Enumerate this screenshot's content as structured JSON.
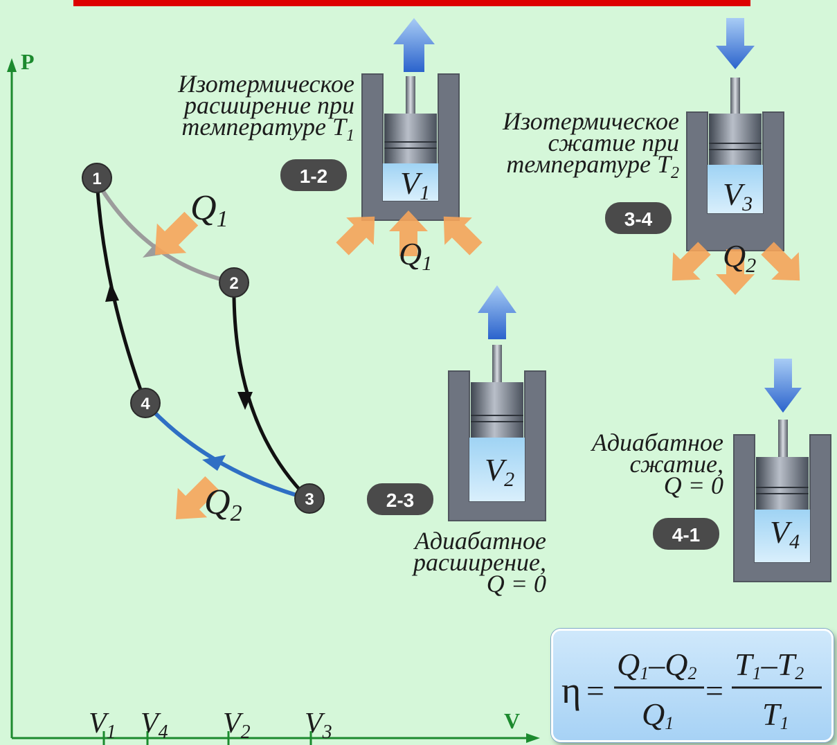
{
  "axes": {
    "y_label": "P",
    "x_label": "V"
  },
  "x_ticks": [
    {
      "main": "V",
      "sub": "1"
    },
    {
      "main": "V",
      "sub": "4"
    },
    {
      "main": "V",
      "sub": "2"
    },
    {
      "main": "V",
      "sub": "3"
    }
  ],
  "cycle": {
    "point_labels": [
      "1",
      "2",
      "3",
      "4"
    ],
    "heat_in": {
      "main": "Q",
      "sub": "1"
    },
    "heat_out": {
      "main": "Q",
      "sub": "2"
    }
  },
  "processes": {
    "p12": {
      "badge": "1-2",
      "caption": [
        "Изотермическое",
        "расширение при",
        "температуре T"
      ],
      "caption_sub": "1",
      "volume": {
        "main": "V",
        "sub": "1"
      },
      "heat": {
        "main": "Q",
        "sub": "1"
      }
    },
    "p34": {
      "badge": "3-4",
      "caption": [
        "Изотермическое",
        "сжатие при",
        "температуре T"
      ],
      "caption_sub": "2",
      "volume": {
        "main": "V",
        "sub": "3"
      },
      "heat": {
        "main": "Q",
        "sub": "2"
      }
    },
    "p23": {
      "badge": "2-3",
      "caption": [
        "Адиабатное",
        "расширение,",
        "Q = 0"
      ],
      "volume": {
        "main": "V",
        "sub": "2"
      }
    },
    "p41": {
      "badge": "4-1",
      "caption": [
        "Адиабатное",
        "сжатие,",
        "Q = 0"
      ],
      "volume": {
        "main": "V",
        "sub": "4"
      }
    }
  },
  "formula": {
    "eta": "η",
    "equals": "=",
    "num1": {
      "q1": "Q",
      "q1_sub": "1",
      "minus": "–",
      "q2": "Q",
      "q2_sub": "2"
    },
    "den1": {
      "main": "Q",
      "sub": "1"
    },
    "num2": {
      "t1": "T",
      "t1_sub": "1",
      "minus": "–",
      "t2": "T",
      "t2_sub": "2"
    },
    "den2": {
      "main": "T",
      "sub": "1"
    }
  },
  "colors": {
    "background": "#d5f7d9",
    "axis": "#1c8a2e",
    "title_bar": "#dd0000",
    "isotherm_hot": "#9c9c9c",
    "isotherm_cold": "#2f6fc4",
    "adiabat": "#111111",
    "heat_arrow": "#f6a45a",
    "piston_arrow": "#3b7ad6",
    "cylinder": "#6e7480",
    "gas": "#aedaf5",
    "badge": "#4a4a4a"
  }
}
